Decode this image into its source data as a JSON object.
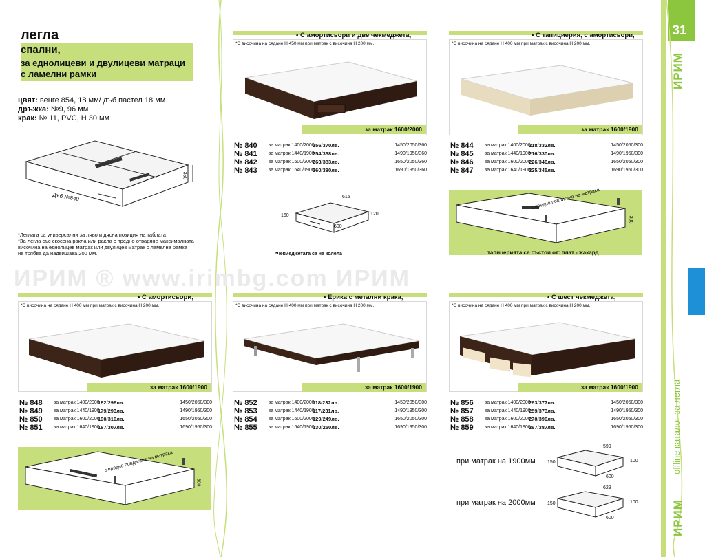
{
  "header": {
    "title": "легла",
    "subtitle_lines": [
      "спални,",
      "за еднолицеви и двулицеви матраци",
      "с ламелни рамки"
    ]
  },
  "specs": [
    {
      "label": "цвят:",
      "value": "венге 854, 18 мм/ дъб пастел 18 мм"
    },
    {
      "label": "дръжка:",
      "value": "№9, 96 мм"
    },
    {
      "label": "крак:",
      "value": "№ 11, PVC, H 30 мм"
    }
  ],
  "diagram_left": {
    "caption": "Дъб №840",
    "height": "350"
  },
  "notes": [
    "*Леглата са универсални за ляво и дясна позиция на таблата",
    "*За легла със скосена ракла или ракла с предно отваряне максималната",
    "височина на еднолицев матрак или двулицев матрак с ламелна рамка",
    "не трябва да надвишава 200 мм."
  ],
  "watermark": "ИРИМ ® www.irimbg.com ИРИМ",
  "sidebar": {
    "page": "31",
    "brand_top": "ИРИМ",
    "brand_bottom": "ИРИМ",
    "vertical": "offline каталог за легла"
  },
  "cards": [
    {
      "bullet": "• С амортисьори и две чекмеджета,",
      "note": "*С височина на сядане H 450 мм при матрак с височина H 200 мм.",
      "mattress": "за матрак 1600/2000",
      "rows": [
        {
          "num": "№ 840",
          "size": "за матрак 1400/2000",
          "price": "256/370лв.",
          "dim": "1450/2050/360"
        },
        {
          "num": "№ 841",
          "size": "за матрак 1440/1900",
          "price": "254/368лв.",
          "dim": "1490/1950/360"
        },
        {
          "num": "№ 842",
          "size": "за матрак 1600/2000",
          "price": "263/383лв.",
          "dim": "1650/2050/360"
        },
        {
          "num": "№ 843",
          "size": "за матрак 1640/1900",
          "price": "260/380лв.",
          "dim": "1690/1950/360"
        }
      ],
      "extra": {
        "d615": "615",
        "d160": "160",
        "d120": "120",
        "d600": "600",
        "caption": "*чекмеджетата са на колела"
      }
    },
    {
      "bullet": "• С тапициерия, с амортисьори,",
      "note": "*С височина на сядане H 400 мм при матрак с височина H 200 мм.",
      "mattress": "за матрак 1600/1900",
      "rows": [
        {
          "num": "№ 844",
          "size": "за матрак 1400/2000",
          "price": "218/332лв.",
          "dim": "1450/2050/300"
        },
        {
          "num": "№ 845",
          "size": "за матрак 1440/1900",
          "price": "216/330лв.",
          "dim": "1490/1950/300"
        },
        {
          "num": "№ 846",
          "size": "за матрак 1600/2000",
          "price": "226/346лв.",
          "dim": "1650/2050/300"
        },
        {
          "num": "№ 847",
          "size": "за матрак 1640/1900",
          "price": "225/345лв.",
          "dim": "1690/1950/300"
        }
      ],
      "extra": {
        "lift": "с предно повдигане на матрака",
        "h": "300",
        "caption": "тапицерията се състои от: плат - жакард"
      }
    },
    {
      "bullet": "• С амортисьори,",
      "note": "*С височина на сядане H 400 мм при матрак с височина H 200 мм.",
      "mattress": "за матрак 1600/1900",
      "rows": [
        {
          "num": "№ 848",
          "size": "за матрак 1400/2000",
          "price": "182/296лв.",
          "dim": "1450/2050/300"
        },
        {
          "num": "№ 849",
          "size": "за матрак 1440/1900",
          "price": "179/293лв.",
          "dim": "1490/1950/300"
        },
        {
          "num": "№ 850",
          "size": "за матрак 1600/2000",
          "price": "190/310лв.",
          "dim": "1650/2050/300"
        },
        {
          "num": "№ 851",
          "size": "за матрак 1640/1900",
          "price": "187/307лв.",
          "dim": "1690/1950/300"
        }
      ],
      "extra": {
        "lift": "с предно повдигане на матрака",
        "h": "300"
      }
    },
    {
      "bullet": "• Ерика с метални крака,",
      "note": "*С височина на сядане H 400 мм при матрак с височина H 200 мм.",
      "mattress": "за матрак 1600/1900",
      "rows": [
        {
          "num": "№ 852",
          "size": "за матрак 1400/2000",
          "price": "118/232лв.",
          "dim": "1450/2050/300"
        },
        {
          "num": "№ 853",
          "size": "за матрак 1440/1900",
          "price": "117/231лв.",
          "dim": "1490/1950/300"
        },
        {
          "num": "№ 854",
          "size": "за матрак 1600/2000",
          "price": "129/249лв.",
          "dim": "1650/2050/300"
        },
        {
          "num": "№ 855",
          "size": "за матрак 1640/1900",
          "price": "130/250лв.",
          "dim": "1690/1950/300"
        }
      ]
    },
    {
      "bullet": "• С шест чекмеджета,",
      "note": "*С височина на сядане H 400 мм при матрак с височина H 200 мм.",
      "mattress": "за матрак 1600/1900",
      "rows": [
        {
          "num": "№ 856",
          "size": "за матрак 1400/2000",
          "price": "263/377лв.",
          "dim": "1450/2050/300"
        },
        {
          "num": "№ 857",
          "size": "за матрак 1440/1900",
          "price": "259/373лв.",
          "dim": "1490/1950/300"
        },
        {
          "num": "№ 858",
          "size": "за матрак 1600/2000",
          "price": "270/390лв.",
          "dim": "1650/2050/300"
        },
        {
          "num": "№ 859",
          "size": "за матрак 1640/1900",
          "price": "267/387лв.",
          "dim": "1690/1950/300"
        }
      ],
      "extra": {
        "m1900": "при матрак на 1900мм",
        "m2000": "при матрак на 2000мм",
        "a599": "599",
        "a150": "150",
        "a100": "100",
        "a600": "600",
        "b629": "629",
        "b150": "150",
        "b100": "100",
        "b600": "600"
      }
    }
  ],
  "colors": {
    "accent_green": "#c6df7c",
    "brand_green": "#8cc63f",
    "wenge": "#3d2418",
    "blue_tab": "#1e90d8"
  }
}
